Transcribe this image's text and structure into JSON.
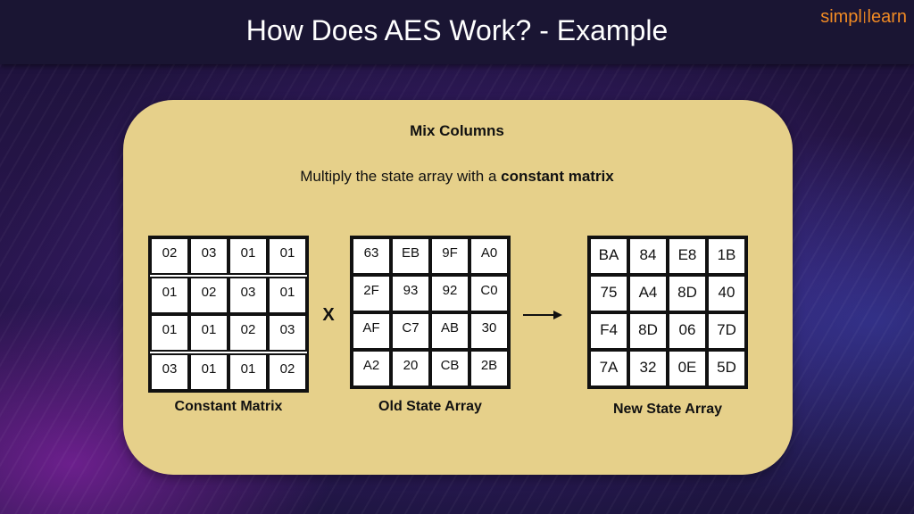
{
  "header": {
    "title": "How Does AES Work? - Example",
    "logo_text_left": "simpl",
    "logo_text_right": "learn"
  },
  "card": {
    "heading": "Mix Columns",
    "subtitle_prefix": "Multiply the state array with a ",
    "subtitle_bold": "constant matrix"
  },
  "constant_matrix": {
    "label": "Constant Matrix",
    "rows": [
      [
        "02",
        "03",
        "01",
        "01"
      ],
      [
        "01",
        "02",
        "03",
        "01"
      ],
      [
        "01",
        "01",
        "02",
        "03"
      ],
      [
        "03",
        "01",
        "01",
        "02"
      ]
    ]
  },
  "operator": "X",
  "old_state": {
    "label": "Old State Array",
    "rows": [
      [
        "63",
        "EB",
        "9F",
        "A0"
      ],
      [
        "2F",
        "93",
        "92",
        "C0"
      ],
      [
        "AF",
        "C7",
        "AB",
        "30"
      ],
      [
        "A2",
        "20",
        "CB",
        "2B"
      ]
    ]
  },
  "new_state": {
    "label": "New State Array",
    "rows": [
      [
        "BA",
        "84",
        "E8",
        "1B"
      ],
      [
        "75",
        "A4",
        "8D",
        "40"
      ],
      [
        "F4",
        "8D",
        "06",
        "7D"
      ],
      [
        "7A",
        "32",
        "0E",
        "5D"
      ]
    ]
  },
  "colors": {
    "card": "#e6d08a",
    "brand_orange": "#f08a24",
    "title_bar": "#1a1533"
  },
  "icons": [
    "right-arrow-icon"
  ]
}
